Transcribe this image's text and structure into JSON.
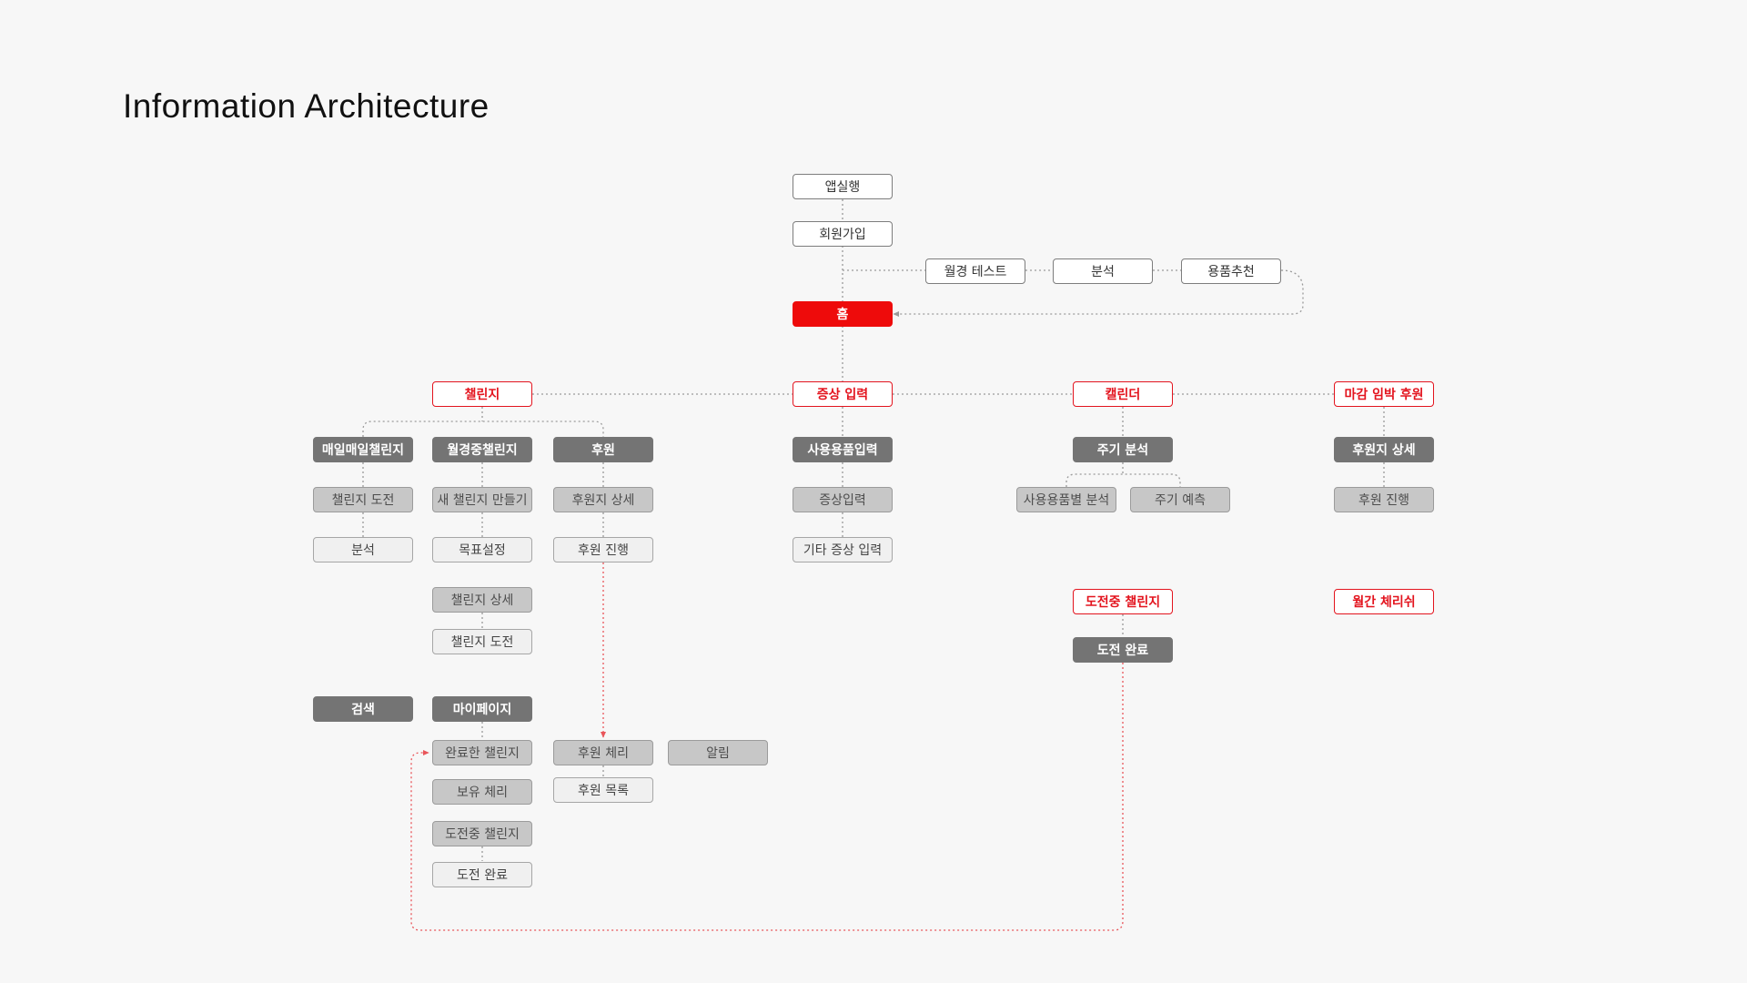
{
  "title": "Information Architecture",
  "colors": {
    "background": "#f7f7f7",
    "accent": "#ee0b0b",
    "dark_node": "#747474",
    "mid_node": "#c7c7c7",
    "light_node": "#f0f0f0",
    "connector": "#9a9a9a",
    "red_connector": "#e9555a"
  },
  "nodes": {
    "app_launch": "앱실행",
    "signup": "회원가입",
    "period_test": "월경 테스트",
    "analysis_top": "분석",
    "product_recommend": "용품추천",
    "home": "홈",
    "challenge": "챌린지",
    "symptom_input": "증상 입력",
    "calendar": "캘린더",
    "deadline_sponsor": "마감 임박 후원",
    "daily_challenge": "매일매일챌린지",
    "period_challenge": "월경중챌린지",
    "sponsor": "후원",
    "challenge_attempt": "챌린지 도전",
    "create_challenge": "새 챌린지 만들기",
    "sponsor_detail": "후원지 상세",
    "analysis": "분석",
    "goal_setting": "목표설정",
    "sponsor_progress": "후원 진행",
    "challenge_detail": "챌린지 상세",
    "challenge_attempt2": "챌린지 도전",
    "product_usage_input": "사용용품입력",
    "symptom_input2": "증상입력",
    "other_symptom_input": "기타 증상 입력",
    "cycle_analysis": "주기 분석",
    "usage_analysis": "사용용품별 분석",
    "cycle_prediction": "주기 예측",
    "ongoing_challenge": "도전중 챌린지",
    "challenge_complete": "도전 완료",
    "sponsor_detail_right": "후원지 상세",
    "sponsor_progress_right": "후원 진행",
    "monthly_cherish": "월간 체리쉬",
    "search": "검색",
    "mypage": "마이페이지",
    "completed_challenge": "완료한 챌린지",
    "owned_cherry": "보유 체리",
    "ongoing_challenge_my": "도전중 챌린지",
    "challenge_complete_my": "도전 완료",
    "sponsor_cherry": "후원 체리",
    "sponsor_list": "후원 목록",
    "notification": "알림"
  }
}
